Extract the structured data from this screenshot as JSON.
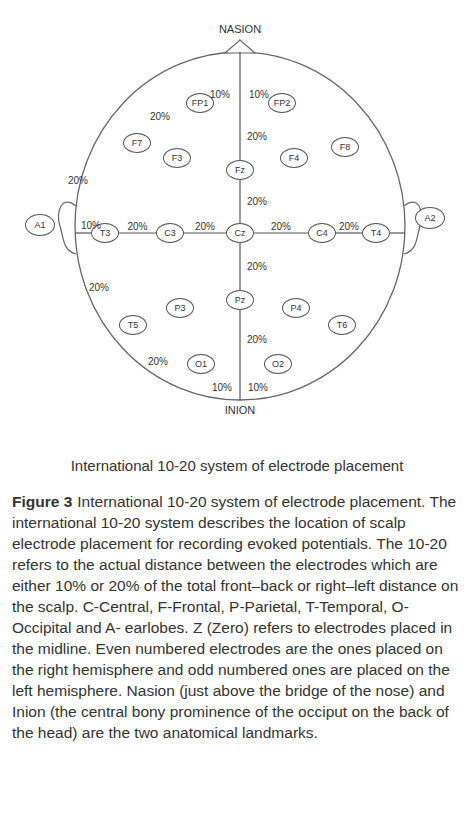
{
  "diagram": {
    "title": "International 10-20 system of electrode placement",
    "caption": "International 10-20 system of electrode placement. The international 10-20 system describes the location of scalp electrode placement for recording evoked potentials. The 10-20 refers to the actual distance between the electrodes which are either 10% or 20% of the total front–back or right–left distance on the scalp. C-Central, F-Frontal, P-Parietal, T-Temporal, O-Occipital and A- earlobes. Z (Zero) refers to electrodes placed in the midline. Even numbered electrodes are the ones placed on the right hemisphere and odd numbered ones are placed on the left hemisphere. Nasion (just above the bridge of the nose) and Inion (the central bony prominence of the occiput on the back of the head) are the two anatomical landmarks.",
    "nodes": [
      {
        "text": [
          "FP1"
        ]
      },
      {
        "text": [
          "FP2"
        ]
      },
      {
        "text": [
          "F7"
        ]
      },
      {
        "text": [
          "F3"
        ]
      },
      {
        "text": [
          "Fz"
        ]
      },
      {
        "text": [
          "F4"
        ]
      },
      {
        "text": [
          "F8"
        ]
      },
      {
        "text": [
          "A1"
        ]
      },
      {
        "text": [
          "T3"
        ]
      },
      {
        "text": [
          "C3"
        ]
      },
      {
        "text": [
          "Cz"
        ]
      },
      {
        "text": [
          "C4"
        ]
      },
      {
        "text": [
          "T4"
        ]
      },
      {
        "text": [
          "A2"
        ]
      },
      {
        "text": [
          "P3"
        ]
      },
      {
        "text": [
          "Pz"
        ]
      },
      {
        "text": [
          "P4"
        ]
      },
      {
        "text": [
          "T5"
        ]
      },
      {
        "text": [
          "T6"
        ]
      },
      {
        "text": [
          "O1"
        ]
      },
      {
        "text": [
          "O2"
        ]
      }
    ],
    "edges": [
      {
        "from": 8,
        "to": 9,
        "arrow": "none",
        "label": "20%"
      },
      {
        "from": 9,
        "to": 10,
        "arrow": "none",
        "label": "20%"
      },
      {
        "from": 10,
        "to": 11,
        "arrow": "none",
        "label": "20%"
      },
      {
        "from": 11,
        "to": 12,
        "arrow": "none",
        "label": "20%"
      },
      {
        "from": 4,
        "to": 10,
        "arrow": "none",
        "label": "20%"
      },
      {
        "from": 10,
        "to": 15,
        "arrow": "none",
        "label": "20%"
      }
    ],
    "labels": [
      "NASION",
      "10%",
      "10%",
      "20%",
      "20%",
      "20%",
      "10%",
      "20%",
      "20%",
      "20%",
      "10%",
      "10%",
      "INION",
      "Figure 3"
    ]
  }
}
